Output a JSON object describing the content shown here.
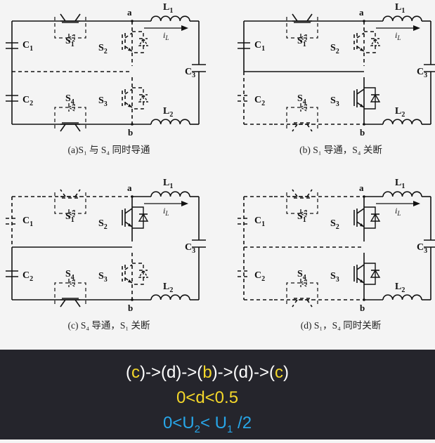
{
  "panels": [
    {
      "id": "a",
      "caption": "(a)S₁ 与 S₄ 同时导通",
      "s1": "on",
      "s4": "on",
      "c1": "on",
      "c2": "on",
      "s2": "off",
      "s3": "off",
      "divider": "dash"
    },
    {
      "id": "b",
      "caption": "(b) S₁ 导通，S₄ 关断",
      "s1": "on",
      "s4": "off",
      "c1": "on",
      "c2": "off",
      "s2": "off",
      "s3": "on",
      "divider": "solid"
    },
    {
      "id": "c",
      "caption": "(c) S₄ 导通，S₁ 关断",
      "s1": "off",
      "s4": "on",
      "c1": "off",
      "c2": "on",
      "s2": "on",
      "s3": "off",
      "divider": "solid"
    },
    {
      "id": "d",
      "caption": "(d) S₁，S₄ 同时关断",
      "s1": "off",
      "s4": "off",
      "c1": "off",
      "c2": "off",
      "s2": "on",
      "s3": "on",
      "divider": "dash"
    }
  ],
  "labels": {
    "c1": "C1",
    "c2": "C2",
    "c3": "C3",
    "s1": "S1",
    "s2": "S2",
    "s3": "S3",
    "s4": "S4",
    "l1": "L1",
    "l2": "L2",
    "il": "iL",
    "node_a": "a",
    "node_b": "b"
  },
  "annotation": {
    "line1": [
      {
        "t": "(",
        "c": "w"
      },
      {
        "t": "c",
        "c": "y"
      },
      {
        "t": ")->(d)->(",
        "c": "w"
      },
      {
        "t": "b",
        "c": "y"
      },
      {
        "t": ")->(d)->(",
        "c": "w"
      },
      {
        "t": "c",
        "c": "y"
      },
      {
        "t": ")",
        "c": "w"
      }
    ],
    "line2": "0<d<0.5",
    "line3": "0<U2< U1 /2"
  },
  "colors": {
    "band": "#25252c",
    "yellow": "#f4d72a",
    "white": "#ffffff",
    "blue": "#28a6e8",
    "bg": "#f4f4f4"
  }
}
